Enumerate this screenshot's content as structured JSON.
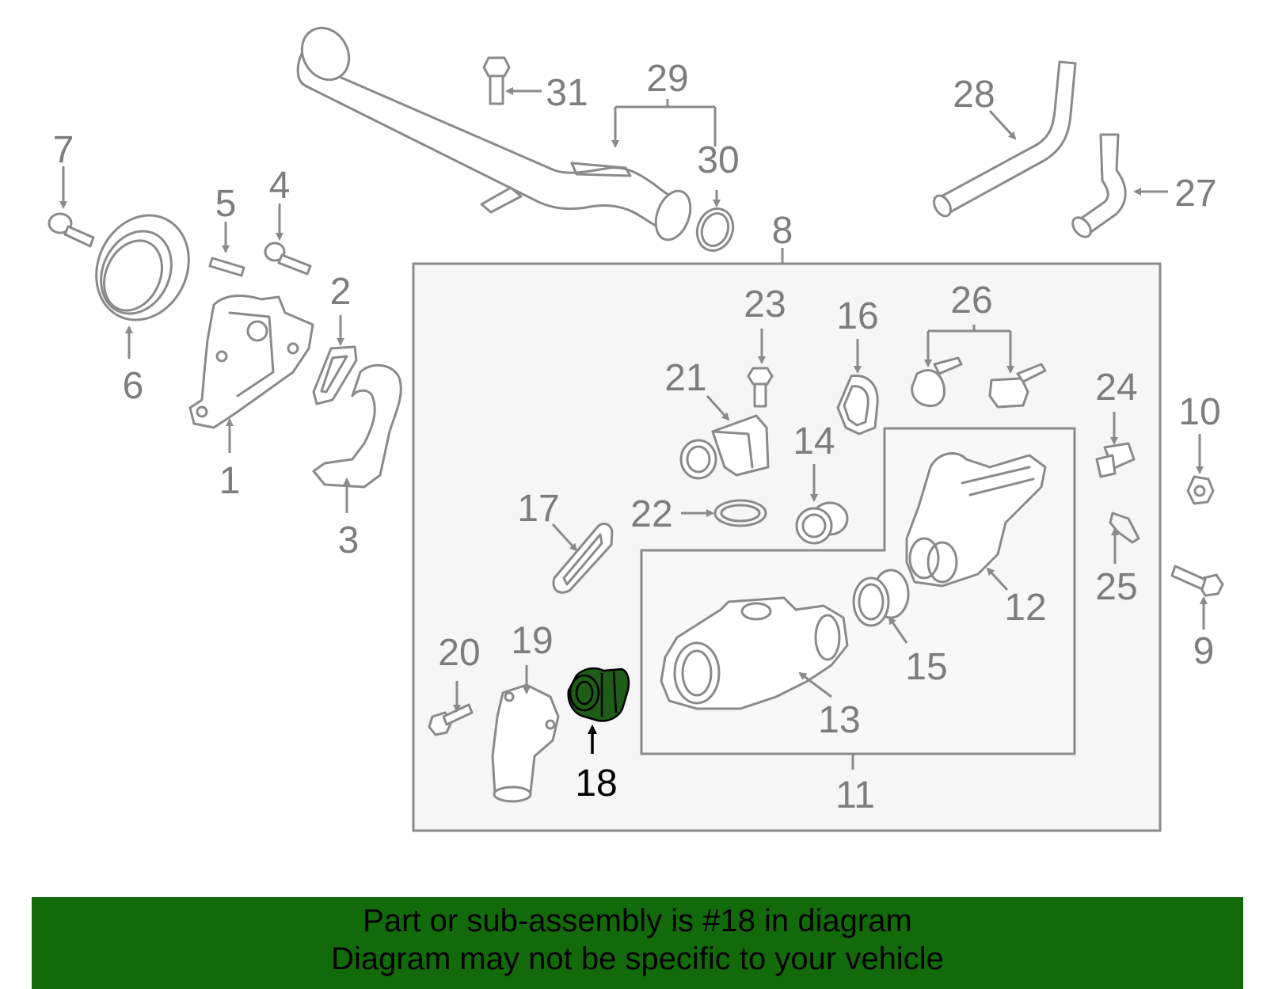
{
  "colors": {
    "part_stroke": "#8a8a8a",
    "highlight": "#1f5c17",
    "banner": "#136a0b",
    "box_fill": "#f6f6f6"
  },
  "highlighted_part": "18",
  "callouts": [
    "1",
    "2",
    "3",
    "4",
    "5",
    "6",
    "7",
    "8",
    "9",
    "10",
    "11",
    "12",
    "13",
    "14",
    "15",
    "16",
    "17",
    "18",
    "19",
    "20",
    "21",
    "22",
    "23",
    "24",
    "25",
    "26",
    "27",
    "28",
    "29",
    "30",
    "31"
  ],
  "banner": {
    "line1": "Part or sub-assembly is #18 in diagram",
    "line2": "Diagram may not be specific to your vehicle"
  }
}
